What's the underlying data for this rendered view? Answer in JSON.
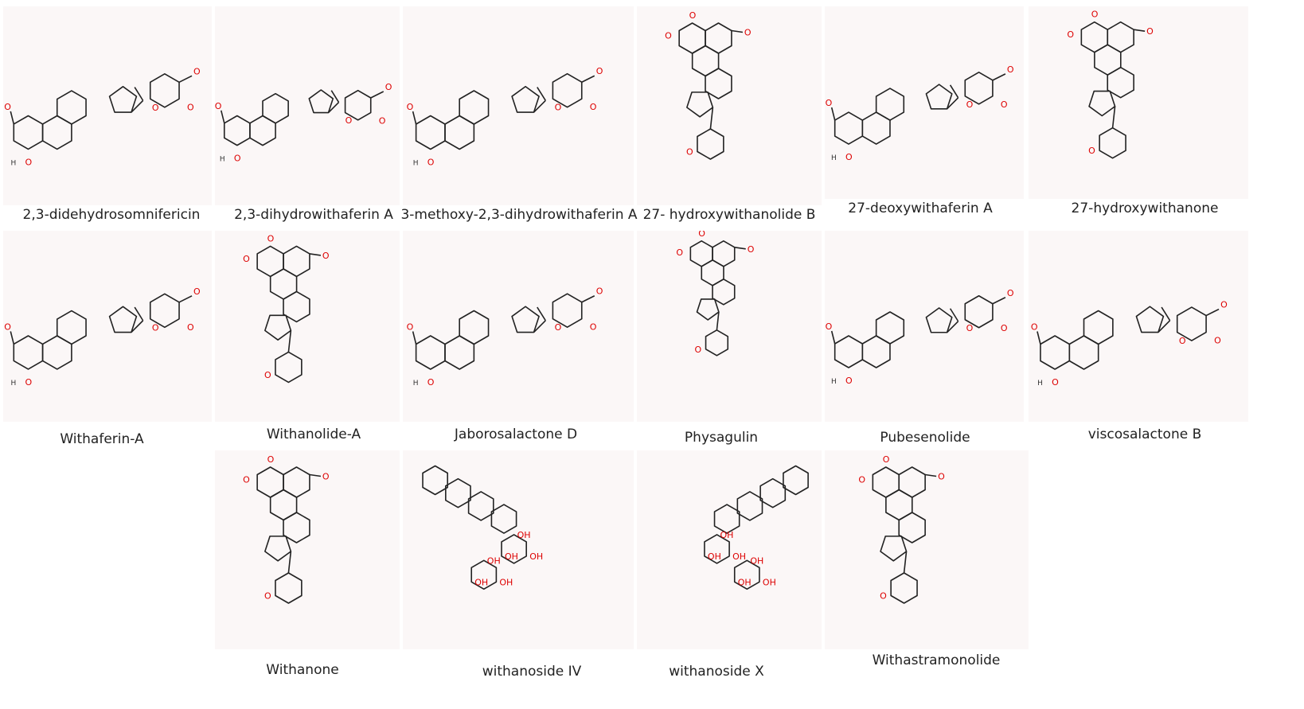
{
  "compounds": [
    {
      "name": "2,3-didehydrosomnifericin",
      "kind": "steroid-lactone"
    },
    {
      "name": "2,3-dihydrowithaferin A",
      "kind": "steroid-lactone"
    },
    {
      "name": "3-methoxy-2,3-dihydrowithaferin A",
      "kind": "steroid-lactone"
    },
    {
      "name": "27- hydroxywithanolide B",
      "kind": "vertical-epoxide"
    },
    {
      "name": "27-deoxywithaferin A",
      "kind": "steroid-lactone"
    },
    {
      "name": "27-hydroxywithanone",
      "kind": "vertical-epoxide"
    },
    {
      "name": "Withaferin-A",
      "kind": "steroid-lactone"
    },
    {
      "name": "Withanolide-A",
      "kind": "vertical-epoxide"
    },
    {
      "name": "Jaborosalactone D",
      "kind": "steroid-lactone"
    },
    {
      "name": "Physagulin",
      "kind": "glycoside-vertical"
    },
    {
      "name": "Pubesenolide",
      "kind": "steroid-lactone"
    },
    {
      "name": "viscosalactone B",
      "kind": "steroid-lactone"
    },
    {
      "name": "Withanone",
      "kind": "vertical-epoxide"
    },
    {
      "name": "withanoside IV",
      "kind": "glycoside-diagonal"
    },
    {
      "name": "withanoside X",
      "kind": "glycoside-diagonal-rev"
    },
    {
      "name": "Withastramonolide",
      "kind": "vertical-epoxide"
    }
  ],
  "colors": {
    "bond": "#222222",
    "heteroatom": "#dd0000",
    "panel": "#fbf7f7"
  }
}
